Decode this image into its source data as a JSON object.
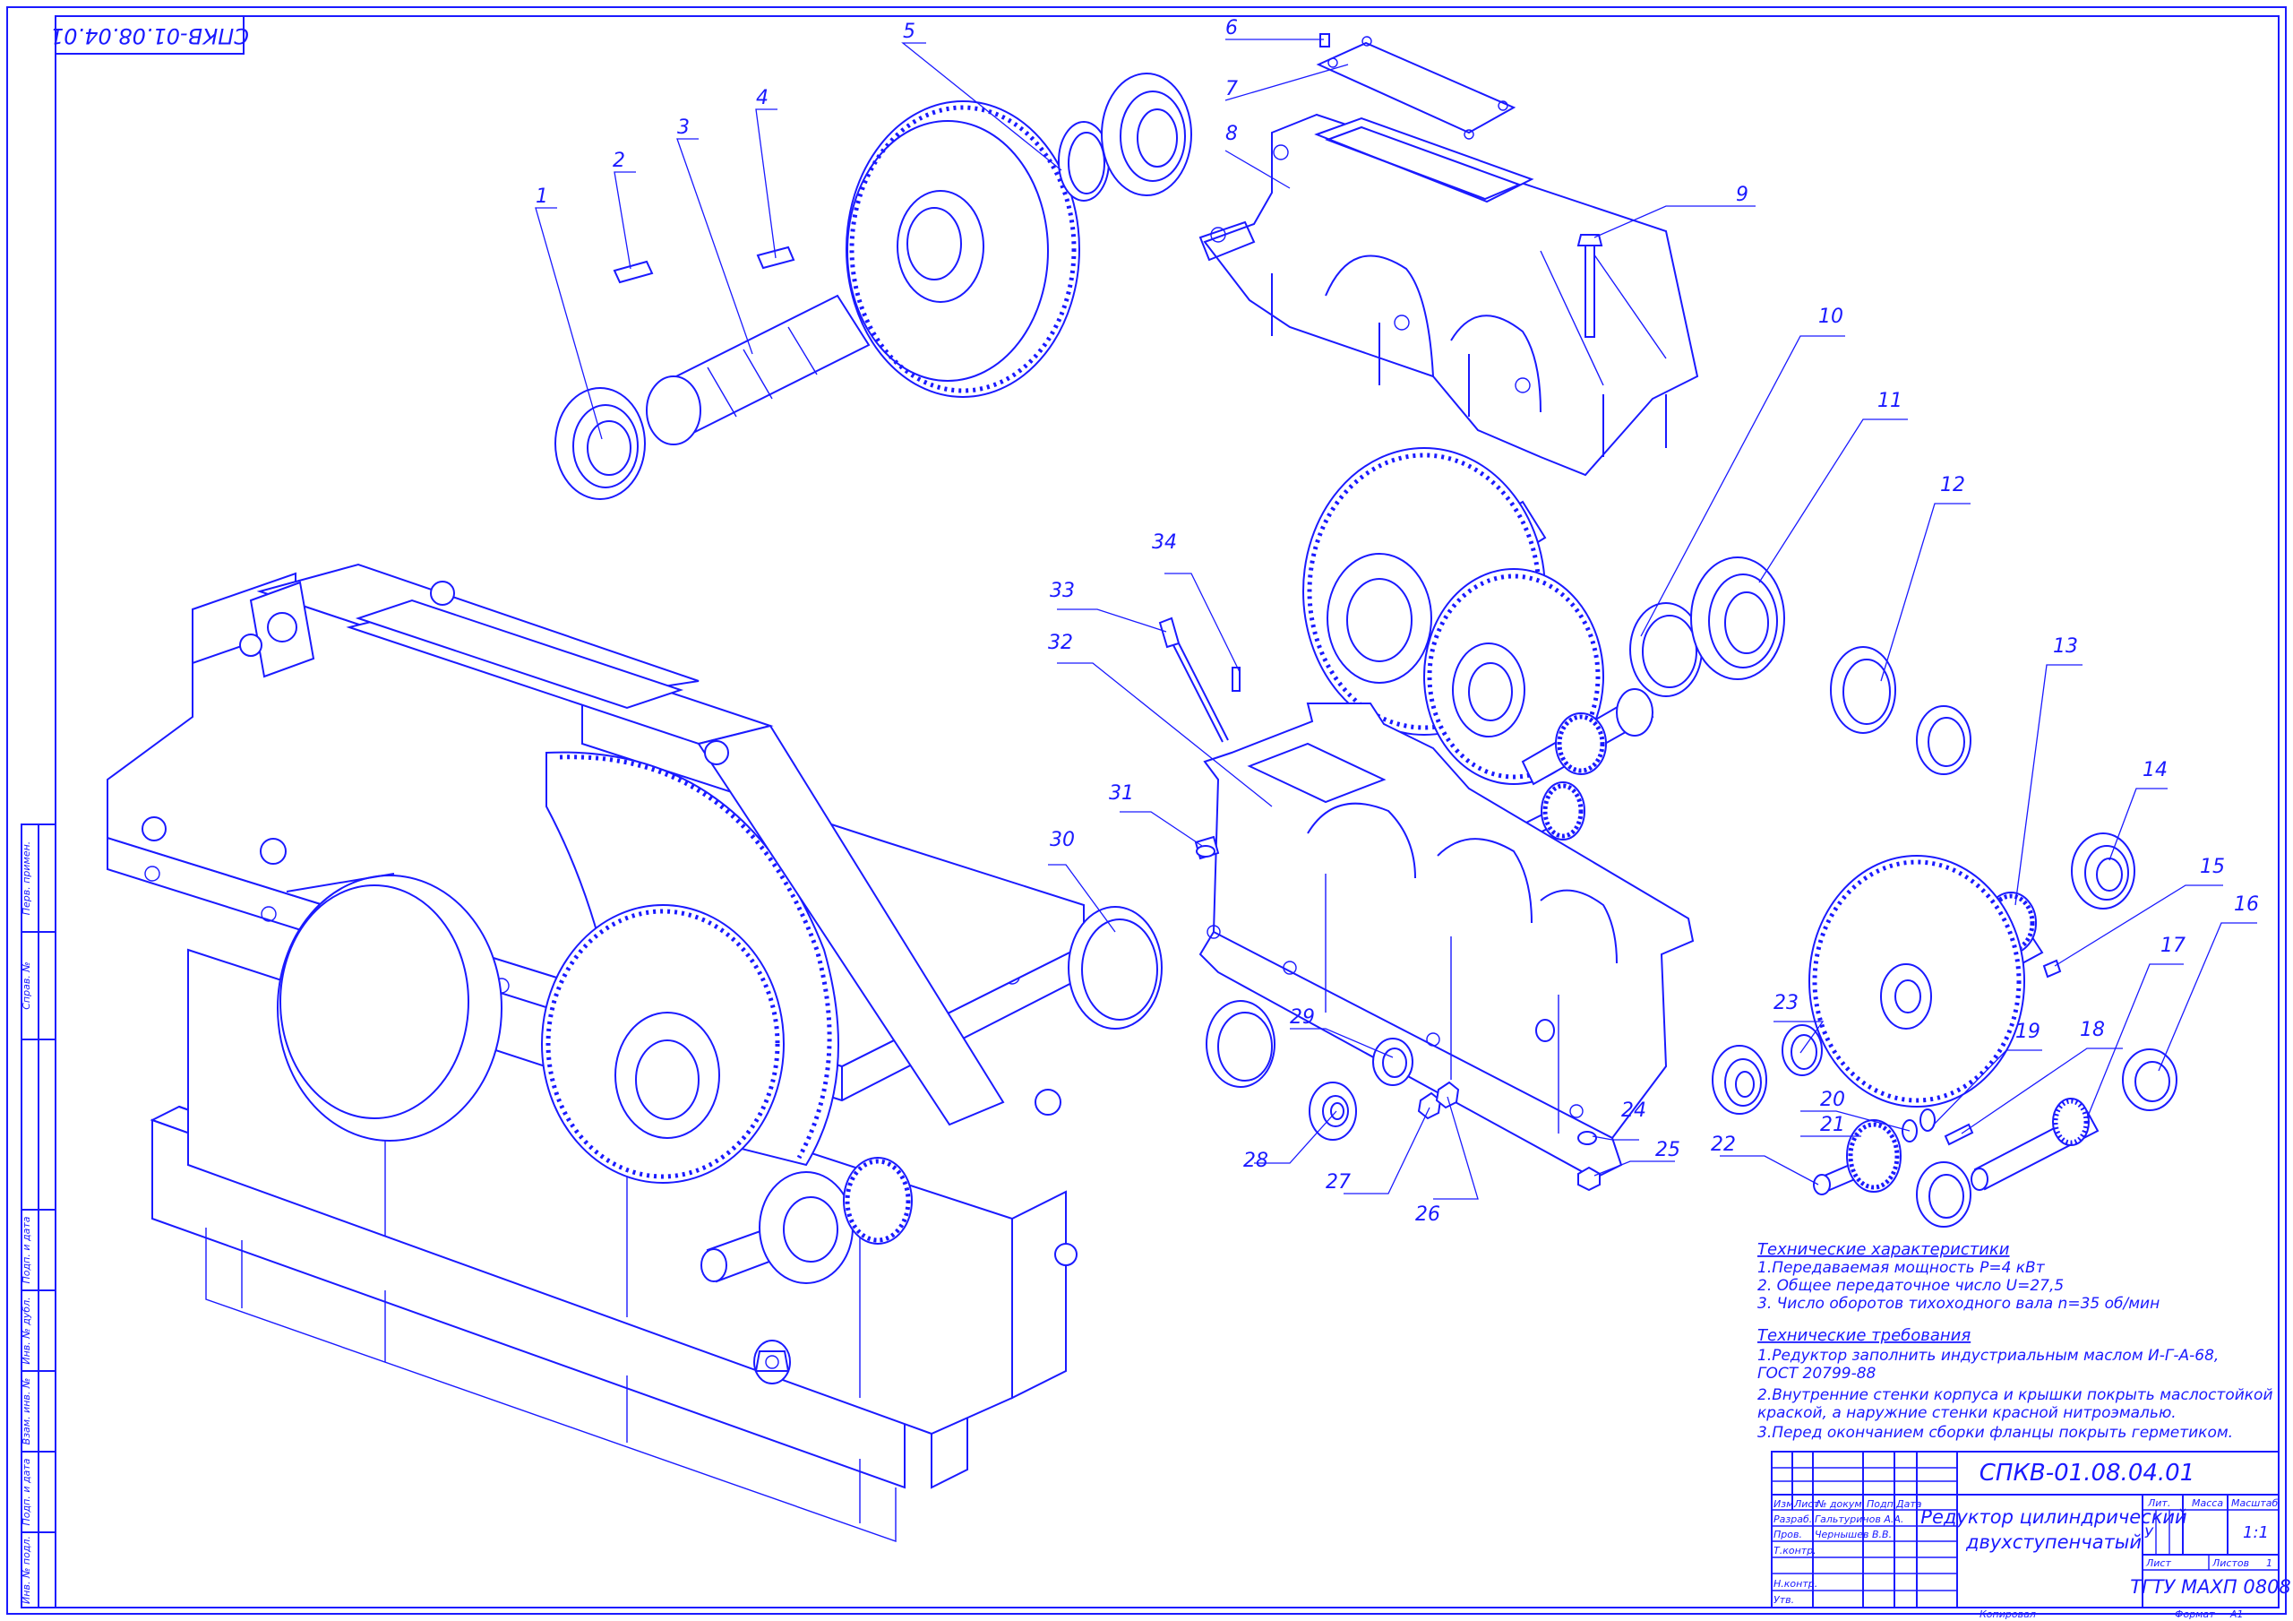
{
  "stamp_code": "СПКВ-01.08.04.01",
  "callouts": [
    "1",
    "2",
    "3",
    "4",
    "5",
    "6",
    "7",
    "8",
    "9",
    "10",
    "11",
    "12",
    "13",
    "14",
    "15",
    "16",
    "17",
    "18",
    "19",
    "20",
    "21",
    "22",
    "23",
    "24",
    "25",
    "26",
    "27",
    "28",
    "29",
    "30",
    "31",
    "32",
    "33",
    "34"
  ],
  "characteristics": {
    "heading": "Технические характеристики",
    "items": [
      "1.Передаваемая мощность Р=4 кВт",
      "2. Общее передаточное число U=27,5",
      "3. Число оборотов тихоходного вала n=35 об/мин"
    ]
  },
  "requirements": {
    "heading": "Технические требования",
    "items": [
      "1.Редуктор заполнить индустриальным маслом И-Г-А-68,",
      "ГОСТ 20799-88",
      "2.Внутренние стенки корпуса и крышки покрыть маслостойкой",
      "краской, а наружние стенки красной нитроэмалью.",
      "3.Перед окончанием сборки фланцы покрыть герметиком."
    ]
  },
  "side_columns": [
    "Перв. примен.",
    "Справ. №",
    "Подп. и дата",
    "Инв. № дубл.",
    "Взам. инв. №",
    "Подп. и дата",
    "Инв. № подл."
  ],
  "title_block": {
    "designation": "СПКВ-01.08.04.01",
    "name_line1": "Редуктор цилиндрический",
    "name_line2": "двухступенчатый",
    "header_cells": [
      "Изм.",
      "Лист",
      "№ докум.",
      "Подп.",
      "Дата"
    ],
    "rows": [
      {
        "role": "Разраб.",
        "person": "Гальтуринов А.А."
      },
      {
        "role": "Пров.",
        "person": "Чернышев В.В."
      },
      {
        "role": "Т.контр.",
        "person": ""
      },
      {
        "role": "Н.контр.",
        "person": ""
      },
      {
        "role": "Утв.",
        "person": ""
      }
    ],
    "lit_label": "Лит.",
    "mass_label": "Масса",
    "scale_label": "Масштаб",
    "lit_value": "У",
    "scale_value": "1:1",
    "sheet_label": "Лист",
    "sheets_label": "Листов",
    "sheets_value": "1",
    "org": "ТГТУ МАХП 0808",
    "copied": "Копировал",
    "format_label": "Формат",
    "format_value": "А1"
  },
  "colors": {
    "line": "#1a1aff",
    "paper": "#ffffff"
  }
}
